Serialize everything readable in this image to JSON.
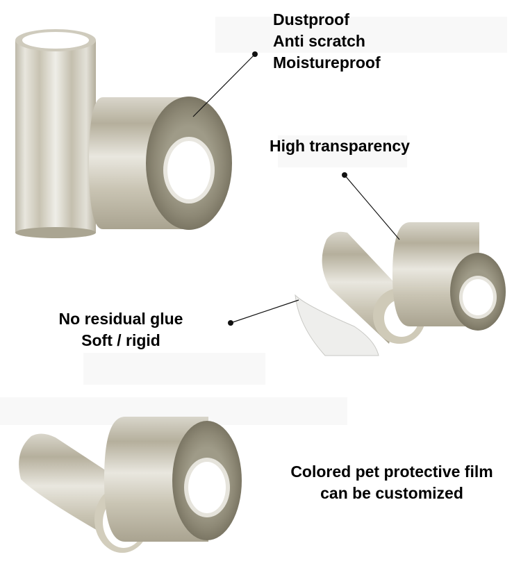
{
  "captions": {
    "top": [
      "Dustproof",
      "Anti scratch",
      "Moistureproof"
    ],
    "middle": "High transparency",
    "left": [
      "No residual glue",
      "Soft / rigid"
    ],
    "bottom": [
      "Colored pet protective film",
      "can be customized"
    ]
  },
  "colors": {
    "background": "#ffffff",
    "film": "#c9c4b4",
    "film_edge": "#8f8a78",
    "core": "#ffffff",
    "text": "#000000",
    "callout": "#111111"
  }
}
